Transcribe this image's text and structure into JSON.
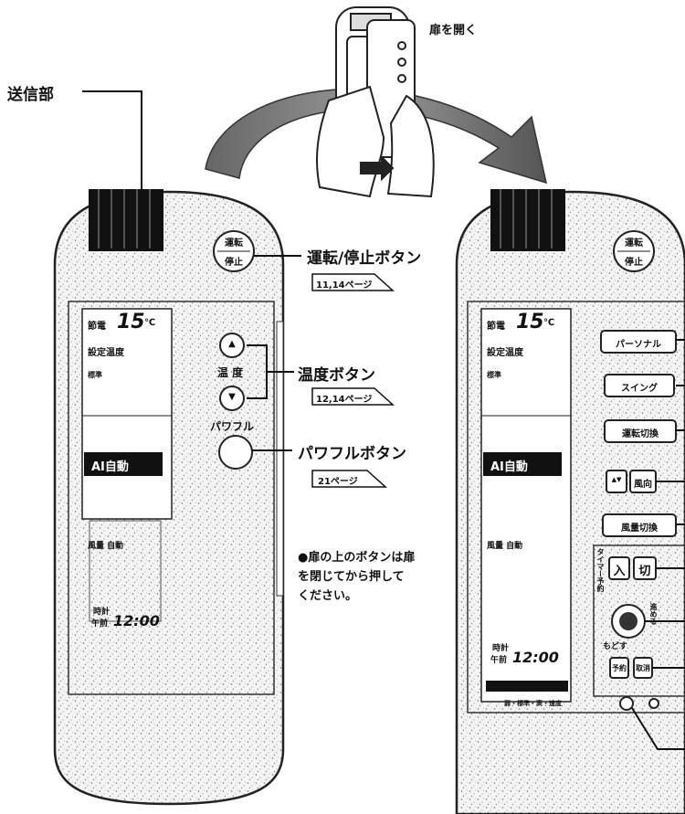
{
  "labels": {
    "transmitter": "送信部",
    "open_door": "扉を開く",
    "run_stop_button": "運転/停止ボタン",
    "run_stop_page": "11,14ページ",
    "temp_button": "温度ボタン",
    "temp_page": "12,14ページ",
    "powerful_button": "パワフルボタン",
    "powerful_page": "21ページ"
  },
  "note": {
    "line1": "●扉の上のボタンは扉",
    "line2": "を閉じてから押して",
    "line3": "ください。"
  },
  "remote_closed": {
    "run_stop_top": "運転",
    "run_stop_bottom": "停止",
    "lcd_mode": "節電",
    "lcd_temp": "15",
    "lcd_unit": "℃",
    "lcd_set_temp": "設定温度",
    "lcd_std": "標準",
    "lcd_ai": "AI自動",
    "lcd_fan": "風量 自動",
    "lcd_clock": "時計",
    "lcd_am": "午前",
    "lcd_time": "12:00",
    "temp_label": "温 度",
    "powerful_label": "パワフル"
  },
  "remote_open": {
    "run_stop_top": "運転",
    "run_stop_bottom": "停止",
    "lcd_mode": "節電",
    "lcd_temp": "15",
    "lcd_unit": "℃",
    "lcd_set_temp": "設定温度",
    "lcd_std": "標準",
    "lcd_ai": "AI自動",
    "lcd_fan": "風量 自動",
    "lcd_clock": "時計",
    "lcd_am": "午前",
    "lcd_time": "12:00",
    "btn_personal": "パーソナル",
    "btn_swing": "スイング",
    "btn_mode_switch": "運転切換",
    "btn_wind_dir": "風向",
    "btn_fan_switch": "風量切換",
    "timer_label": "タイマー予約",
    "btn_on": "入",
    "btn_off": "切",
    "dial_label": "進める",
    "dial_back": "もどす",
    "btn_reserve": "予約",
    "btn_cancel": "取消",
    "bottom_scale": "弱・標準・高・速度"
  },
  "icons": {
    "up_arrow": "▲",
    "down_arrow": "▼",
    "updown": "▲▼"
  }
}
